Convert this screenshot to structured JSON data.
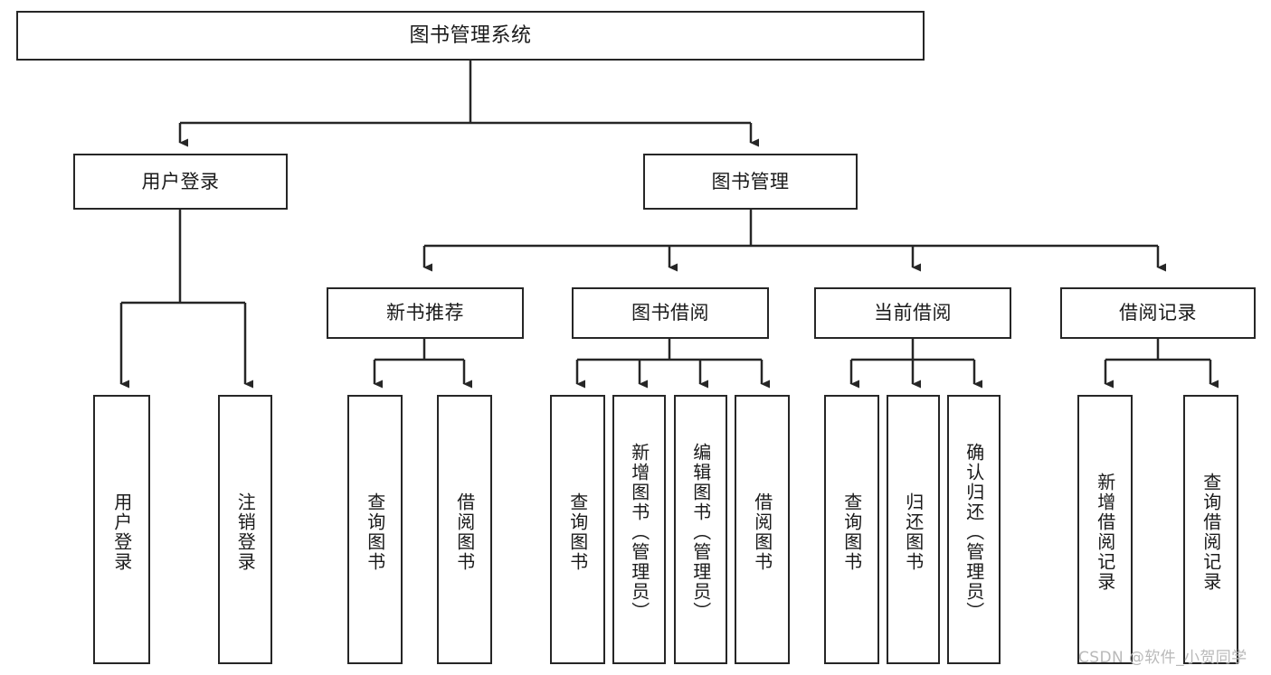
{
  "diagram": {
    "title": "图书管理系统",
    "type": "hierarchy-tree",
    "levels": 4,
    "root": {
      "id": "root",
      "label": "图书管理系统"
    },
    "level2": [
      {
        "id": "user-login",
        "label": "用户登录"
      },
      {
        "id": "book-management",
        "label": "图书管理"
      }
    ],
    "level3": [
      {
        "id": "new-book-recommend",
        "label": "新书推荐",
        "parent": "book-management"
      },
      {
        "id": "book-borrow",
        "label": "图书借阅",
        "parent": "book-management"
      },
      {
        "id": "current-borrow",
        "label": "当前借阅",
        "parent": "book-management"
      },
      {
        "id": "borrow-record",
        "label": "借阅记录",
        "parent": "book-management"
      }
    ],
    "leaves": {
      "user_login": [
        {
          "id": "leaf-user-login",
          "label": "用户登录"
        },
        {
          "id": "leaf-logout",
          "label": "注销登录"
        }
      ],
      "new_book_recommend": [
        {
          "id": "leaf-query-book-1",
          "label": "查询图书"
        },
        {
          "id": "leaf-borrow-book-1",
          "label": "借阅图书"
        }
      ],
      "book_borrow": [
        {
          "id": "leaf-query-book-2",
          "label": "查询图书"
        },
        {
          "id": "leaf-add-book",
          "label": "新增图书（管理员）"
        },
        {
          "id": "leaf-edit-book",
          "label": "编辑图书（管理员）"
        },
        {
          "id": "leaf-borrow-book-2",
          "label": "借阅图书"
        }
      ],
      "current_borrow": [
        {
          "id": "leaf-query-book-3",
          "label": "查询图书"
        },
        {
          "id": "leaf-return-book",
          "label": "归还图书"
        },
        {
          "id": "leaf-confirm-return",
          "label": "确认归还（管理员）"
        }
      ],
      "borrow_record": [
        {
          "id": "leaf-add-record",
          "label": "新增借阅记录"
        },
        {
          "id": "leaf-query-record",
          "label": "查询借阅记录"
        }
      ]
    }
  },
  "watermark": {
    "text": "CSDN @软件_小贺同学"
  },
  "colors": {
    "stroke": "#262626",
    "box_fill": "#ffffff",
    "text": "#1a1a1a",
    "watermark": "#b9b9b9",
    "background": "#ffffff"
  }
}
